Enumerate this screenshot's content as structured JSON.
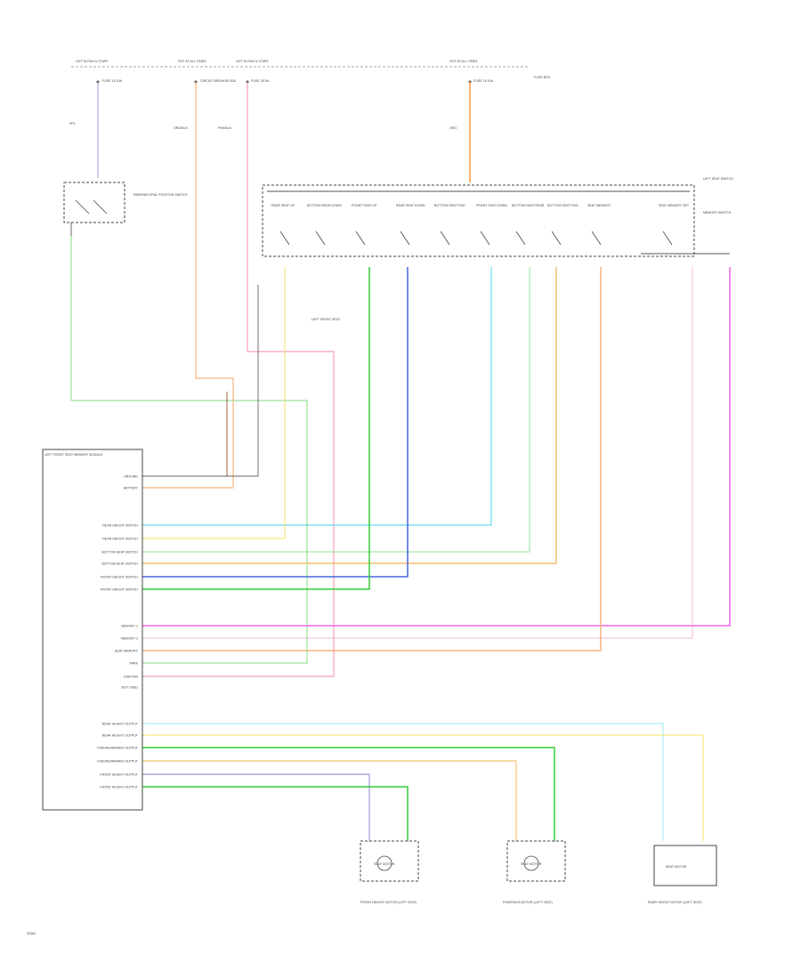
{
  "colors": {
    "purple": "#9999dd",
    "orange": "#f5b37a",
    "pink": "#f2a0b8",
    "orange_bright": "#f59a3c",
    "ltgreen": "#a8e6a8",
    "green": "#33cc33",
    "blue": "#4466dd",
    "cyan": "#66e0ee",
    "yellow": "#f2e67a",
    "tan": "#f2c070",
    "magenta": "#ee66ee",
    "dkgreen": "#22aa44",
    "brown": "#a06040",
    "gray": "#666666"
  },
  "labels": {
    "top_hot_1": "HOT IN RUN & START",
    "top_hot_2": "HOT AT ALL TIMES",
    "top_hot_3": "HOT IN RUN & START",
    "top_hot_4": "HOT AT ALL TIMES",
    "fuse_1": "FUSE 16 10A",
    "fuse_2": "CIRCUIT BREAKER 30A",
    "fuse_3": "FUSE 18 5A",
    "fuse_4": "FUSE 14 10A",
    "fuse_box": "FUSE BOX",
    "wire_ppl": "PPL",
    "wire_org": "ORG/BLK",
    "wire_pnk": "PNK/BLK",
    "wire_org2": "ORG",
    "park_switch": "PARK/NEUTRAL POSITION SWITCH",
    "seat_switch": "LEFT SEAT SWITCH",
    "sw_1": "REAR SEAT UP",
    "sw_2": "BOTTOM REAR DOWN",
    "sw_3": "FRONT SEAT UP",
    "sw_4": "REAR SEAT DOWN",
    "sw_5": "BOTTOM SEAT FWD",
    "sw_6": "FRONT SEAT DOWN",
    "sw_7": "BOTTOM SEAT REAR",
    "sw_8": "BOTTOM SEAT FWD",
    "sw_9": "SEAT MEMORY",
    "sw_10": "SEAT MEMORY SET",
    "sw_11": "MEMORY SWITCH",
    "ground_lbl": "LEFT FRONT SEAT",
    "module_title": "LEFT FRONT SEAT MEMORY MODULE",
    "pins": [
      "GROUND",
      "BATTERY",
      "REAR HEIGHT SWITCH",
      "REAR HEIGHT SWITCH",
      "BOTTOM SEAT SWITCH",
      "BOTTOM SEAT SWITCH",
      "FRONT HEIGHT SWITCH",
      "FRONT HEIGHT SWITCH",
      "MEMORY 1",
      "MEMORY 2",
      "SEAT MEMORY",
      "PARK",
      "IGNITION",
      "NOT USED",
      "REAR HEIGHT OUTPUT",
      "REAR HEIGHT OUTPUT",
      "FWD/REARWARD OUTPUT",
      "FWD/REARWARD OUTPUT",
      "FRONT HEIGHT OUTPUT",
      "FRONT HEIGHT OUTPUT"
    ],
    "motor_1": "SEAT MOTOR",
    "motor_2": "SEAT MOTOR",
    "motor_3": "SEAT MOTOR",
    "motor_1_cap": "FRONT HEIGHT MOTOR (LEFT SEAT)",
    "motor_2_cap": "FWD/REAR MOTOR (LEFT SEAT)",
    "motor_3_cap": "REAR HEIGHT MOTOR (LEFT SEAT)",
    "footer": "92384"
  }
}
